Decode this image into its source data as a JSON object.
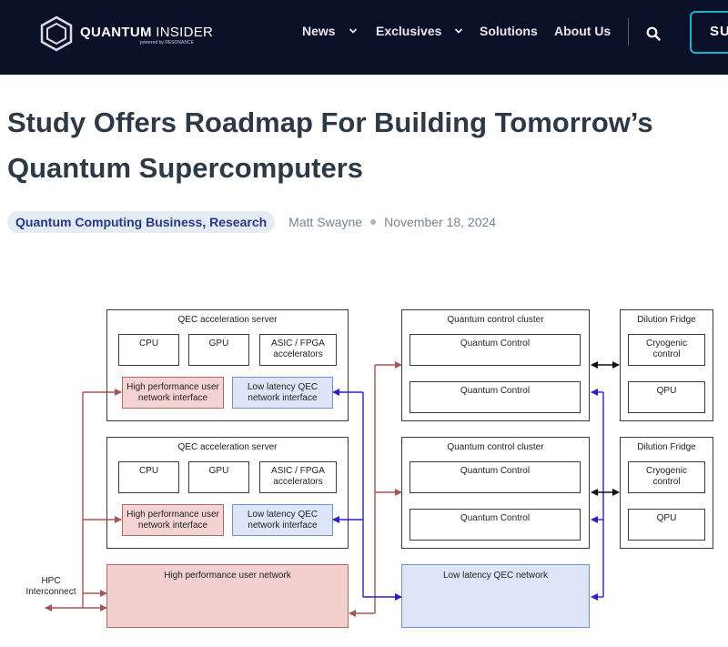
{
  "nav": {
    "logo_bold": "QUANTUM",
    "logo_light": "INSIDER",
    "logo_sub": "powered by RESONANCE",
    "items": [
      {
        "label": "News",
        "has_chevron": true
      },
      {
        "label": "Exclusives",
        "has_chevron": true
      },
      {
        "label": "Solutions",
        "has_chevron": false
      },
      {
        "label": "About Us",
        "has_chevron": false
      }
    ],
    "subscribe_label": "SU",
    "search_icon": "search-icon",
    "colors": {
      "bar": "#0b1029",
      "accent": "#17b6c9"
    }
  },
  "article": {
    "title_line1": "Study Offers Roadmap For Building Tomorrow’s",
    "title_line2": "Quantum Supercomputers",
    "category": "Quantum Computing Business, Research",
    "author": "Matt Swayne",
    "date": "November 18, 2024"
  },
  "diagram": {
    "servers": [
      {
        "title": "QEC acceleration server",
        "cpu": "CPU",
        "gpu": "GPU",
        "asic_line1": "ASIC / FPGA",
        "asic_line2": "accelerators",
        "hp_line1": "High performance user",
        "hp_line2": "network interface",
        "ll_line1": "Low latency QEC",
        "ll_line2": "network interface"
      },
      {
        "title": "QEC acceleration server",
        "cpu": "CPU",
        "gpu": "GPU",
        "asic_line1": "ASIC / FPGA",
        "asic_line2": "accelerators",
        "hp_line1": "High performance user",
        "hp_line2": "network interface",
        "ll_line1": "Low latency QEC",
        "ll_line2": "network interface"
      }
    ],
    "clusters": [
      {
        "title": "Quantum control cluster",
        "control_a": "Quantum Control",
        "control_b": "Quantum Control"
      },
      {
        "title": "Quantum control cluster",
        "control_a": "Quantum Control",
        "control_b": "Quantum Control"
      }
    ],
    "fridges": [
      {
        "title": "Dilution Fridge",
        "cryo_line1": "Cryogenic",
        "cryo_line2": "control",
        "qpu": "QPU"
      },
      {
        "title": "Dilution Fridge",
        "cryo_line1": "Cryogenic",
        "cryo_line2": "control",
        "qpu": "QPU"
      }
    ],
    "hp_network": "High performance user network",
    "ll_network": "Low latency QEC network",
    "hpc_line1": "HPC",
    "hpc_line2": "Interconnect",
    "colors": {
      "hp": "#a8554f",
      "ll": "#2b1fd6",
      "hp_fill": "#f1d0ce",
      "ll_fill": "#dce6f8"
    }
  }
}
